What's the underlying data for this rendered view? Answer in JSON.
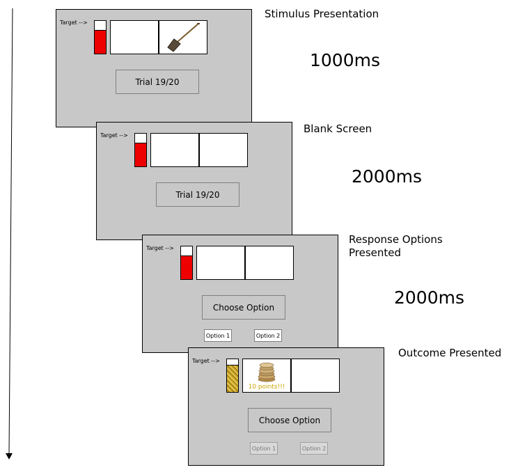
{
  "timeline": {
    "direction": "down",
    "stages": [
      {
        "label": "Stimulus Presentation",
        "duration": "1000ms",
        "screen": {
          "target_label": "Target -->",
          "meter_fill": 0.7,
          "meter_color": "#ee0000",
          "left_box": "empty",
          "right_box": "shovel-icon",
          "center_button": "Trial 19/20"
        }
      },
      {
        "label": "Blank Screen",
        "duration": "2000ms",
        "screen": {
          "target_label": "Target -->",
          "meter_fill": 0.7,
          "meter_color": "#ee0000",
          "left_box": "empty",
          "right_box": "empty",
          "center_button": "Trial 19/20"
        }
      },
      {
        "label_lines": [
          "Response Options",
          "Presented"
        ],
        "duration": "2000ms",
        "screen": {
          "target_label": "Target -->",
          "meter_fill": 0.7,
          "meter_color": "#ee0000",
          "left_box": "empty",
          "right_box": "empty",
          "center_button": "Choose Option",
          "options": [
            "Option 1",
            "Option 2"
          ]
        }
      },
      {
        "label": "Outcome Presented",
        "screen": {
          "target_label": "Target -->",
          "meter_fill": 0.8,
          "meter_color": "#c9a227",
          "left_box": "coins-icon",
          "left_box_text": "10 points!!!",
          "right_box": "empty",
          "center_button": "Choose Option",
          "options": [
            "Option 1",
            "Option 2"
          ],
          "options_state": "disabled"
        }
      }
    ]
  }
}
